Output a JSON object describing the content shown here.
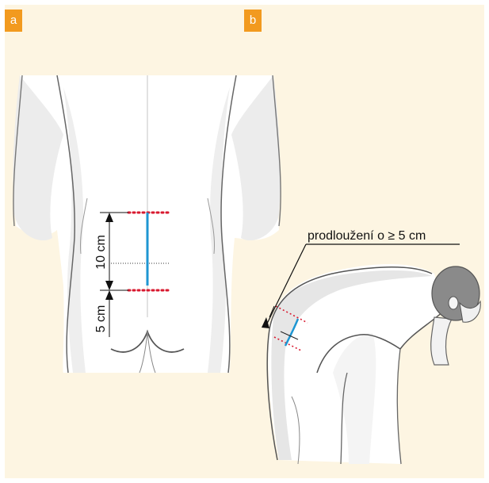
{
  "panels": [
    {
      "label": "a"
    },
    {
      "label": "b"
    }
  ],
  "panel_a": {
    "measure_upper": "10 cm",
    "measure_lower": "5 cm"
  },
  "panel_b": {
    "annotation": "prodloužení o ≥ 5 cm"
  },
  "colors": {
    "background": "#fdf5e2",
    "badge": "#f29a1f",
    "spine_line": "#1e96d2",
    "marker_dots": "#d8192f"
  }
}
